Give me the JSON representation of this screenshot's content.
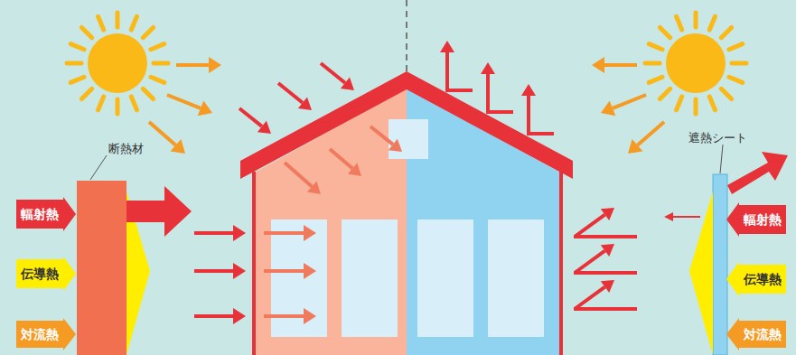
{
  "diagram": {
    "nodes": [
      {
        "text": [
          "輻射熱"
        ]
      },
      {
        "text": [
          "伝導熱"
        ]
      },
      {
        "text": [
          "対流熱"
        ]
      },
      {
        "text": [
          "輻射熱"
        ]
      },
      {
        "text": [
          "伝導熱"
        ]
      },
      {
        "text": [
          "対流熱"
        ]
      }
    ],
    "labels": [
      "断熱材",
      "遮熱シート"
    ]
  }
}
